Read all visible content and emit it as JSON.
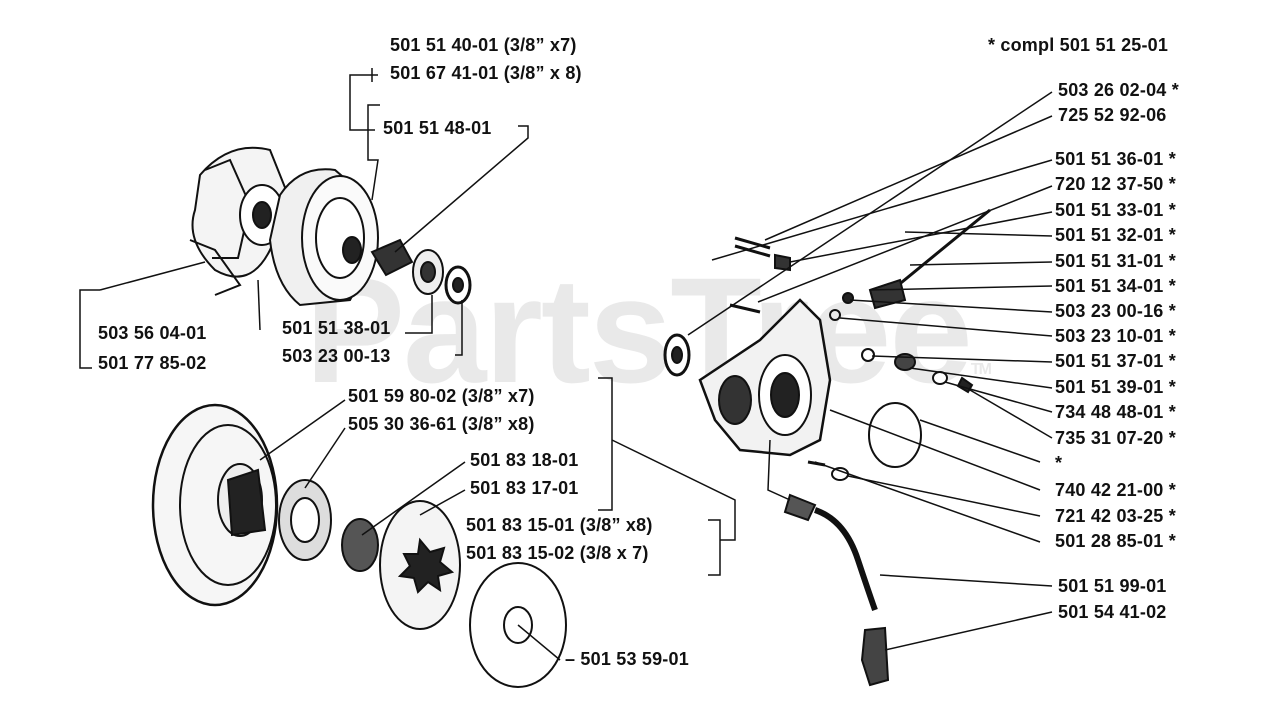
{
  "watermark": "PartsTree",
  "watermark_mark": "TM",
  "header_note": "*  compl 501 51 25-01",
  "labels": {
    "p_501514001": "501 51 40-01 (3/8” x7)",
    "p_501674101": "501 67 41-01 (3/8” x 8)",
    "p_501514801": "501 51 48-01",
    "p_503560401": "503 56 04-01",
    "p_501778502": "501 77 85-02",
    "p_501513801": "501 51 38-01",
    "p_503230013": "503 23 00-13",
    "p_501598002": "501 59 80-02 (3/8” x7)",
    "p_505303661": "505 30 36-61 (3/8” x8)",
    "p_501831801": "501 83 18-01",
    "p_501831701": "501 83 17-01",
    "p_501831501": "501 83 15-01 (3/8” x8)",
    "p_501831502": "501 83 15-02  (3/8 x 7)",
    "p_501535901": "– 501 53 59-01",
    "p_503260204": "503 26 02-04  *",
    "p_725529206": "725 52 92-06",
    "p_501513601": "501 51 36-01  *",
    "p_720123750": "720 12 37-50  *",
    "p_501513301": "501 51 33-01  *",
    "p_501513201": "501 51 32-01  *",
    "p_501513101": "501 51 31-01  *",
    "p_501513401": "501 51 34-01  *",
    "p_503230016": "503 23 00-16  *",
    "p_503231001": "503 23 10-01  *",
    "p_501513701": "501 51 37-01  *",
    "p_501513901": "501 51 39-01  *",
    "p_734484801": "734 48 48-01  *",
    "p_735310720": "735 31 07-20  *",
    "p_star": "*",
    "p_740422100": "740 42 21-00  *",
    "p_721420325": "721 42 03-25  *",
    "p_501288501": "501 28 85-01  *",
    "p_501519901": "501 51 99-01",
    "p_501544102": "501 54 41-02"
  }
}
